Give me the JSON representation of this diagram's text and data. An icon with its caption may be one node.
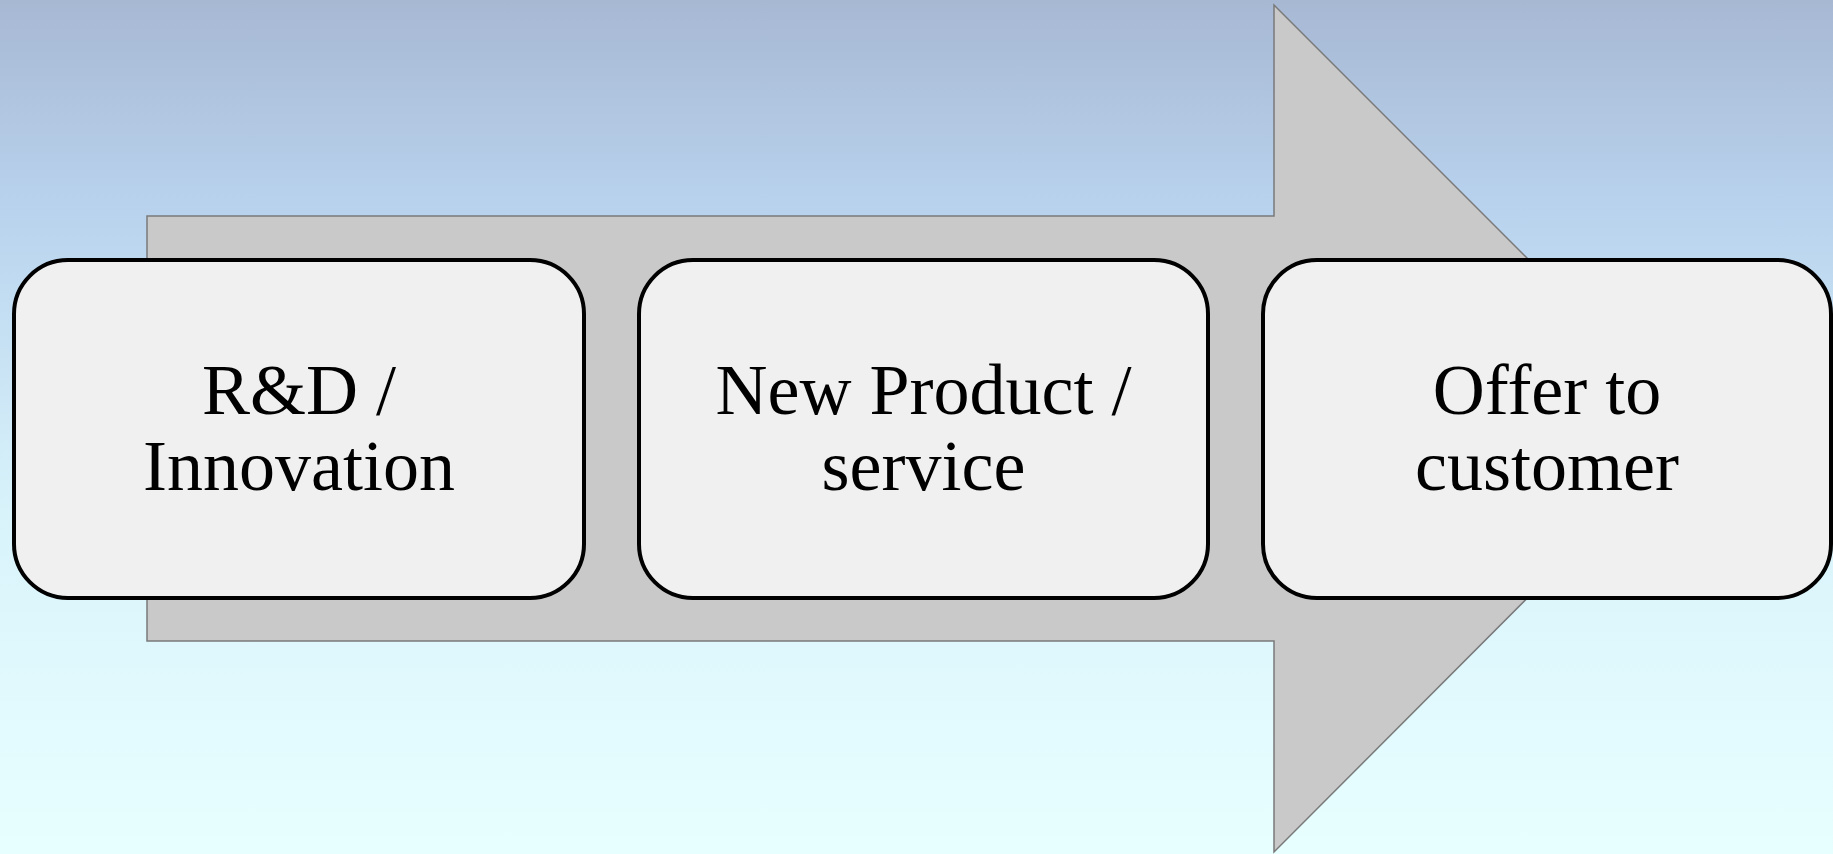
{
  "diagram": {
    "nodes": [
      {
        "text": [
          "R&D / Innovation"
        ]
      },
      {
        "text": [
          "New Product / service"
        ]
      },
      {
        "text": [
          "Offer to customer"
        ]
      }
    ],
    "edges": [
      {
        "from": 0,
        "to": 2,
        "arrow": "to"
      }
    ]
  }
}
